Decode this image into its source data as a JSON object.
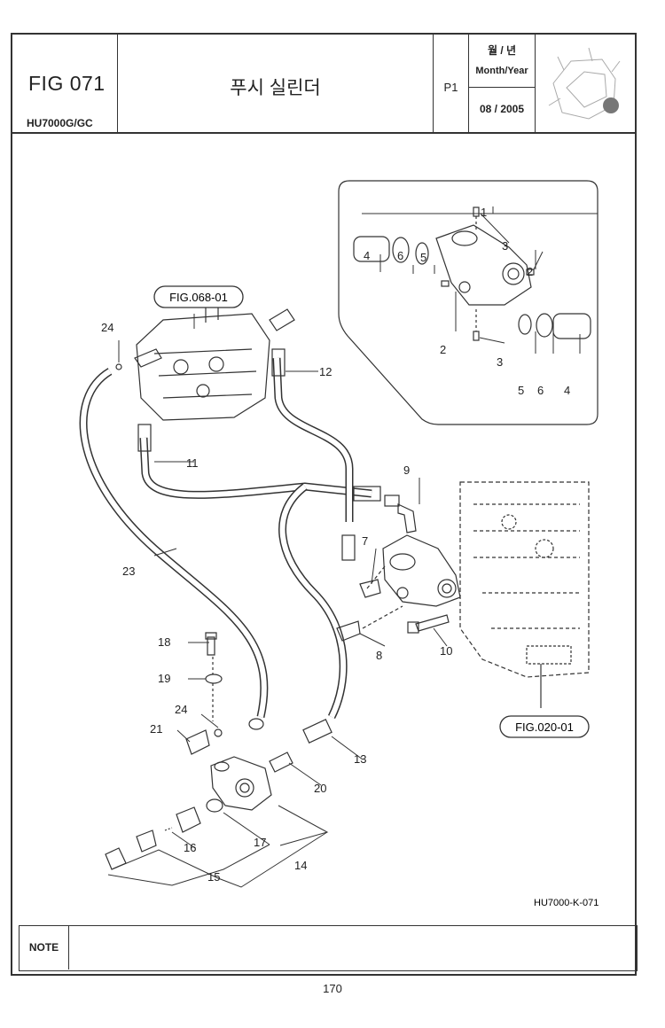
{
  "header": {
    "fig_number": "FIG 071",
    "model": "HU7000G/GC",
    "title": "푸시 실린더",
    "page_tag": "P1",
    "month_year_kr": "월 / 년",
    "month_year_en": "Month/Year",
    "date": "08 / 2005"
  },
  "diagram": {
    "ref_labels": [
      "FIG.068-01",
      "FIG.020-01"
    ],
    "callouts": [
      "1",
      "2",
      "2",
      "3",
      "3",
      "4",
      "4",
      "5",
      "5",
      "6",
      "6",
      "7",
      "8",
      "9",
      "10",
      "11",
      "12",
      "13",
      "14",
      "15",
      "16",
      "17",
      "18",
      "19",
      "20",
      "21",
      "23",
      "24",
      "24"
    ],
    "drawing_code": "HU7000-K-071"
  },
  "note": {
    "label": "NOTE"
  },
  "footer": {
    "page_number": "170"
  }
}
